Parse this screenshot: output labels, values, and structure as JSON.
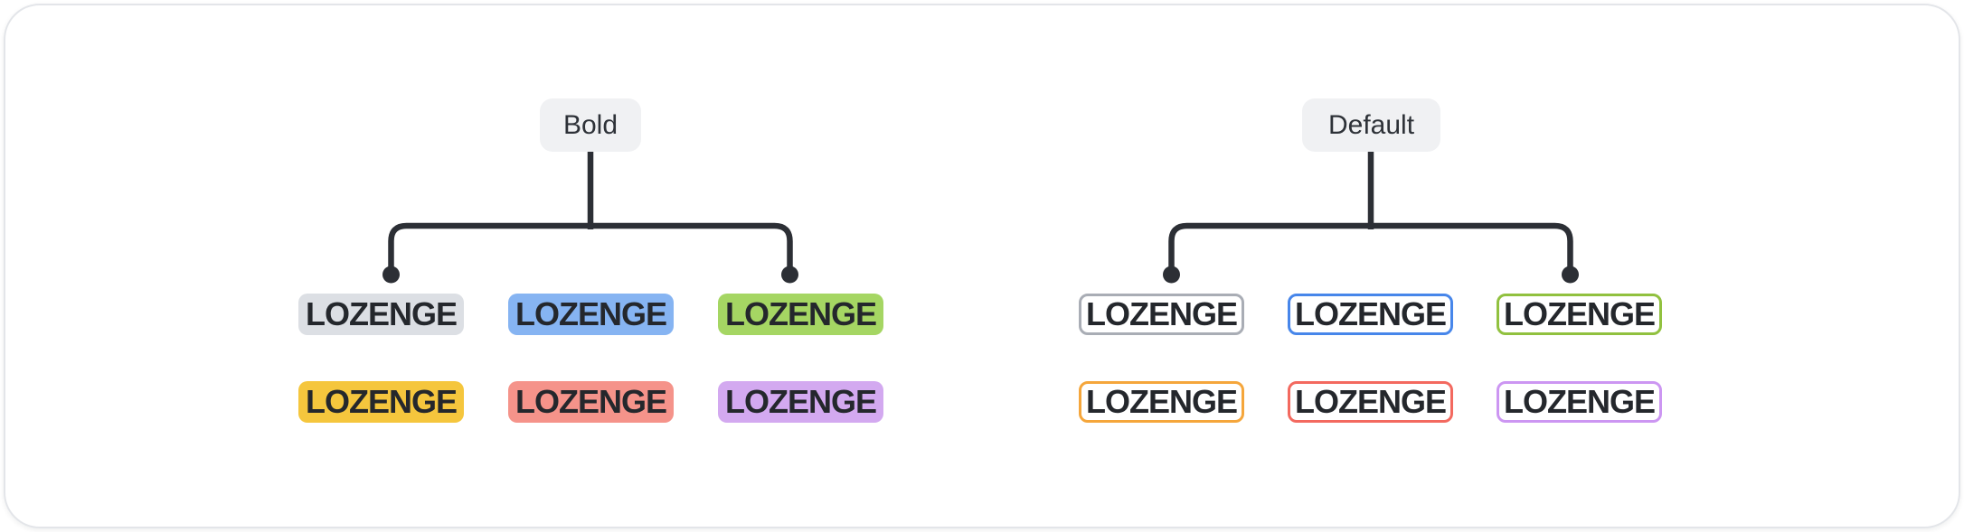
{
  "theme": {
    "canvas_bg": "#ffffff",
    "card_bg": "#ffffff",
    "card_border": "#e3e5e9",
    "connector_color": "#2c2f35",
    "label_bg": "#f0f1f3",
    "label_text": "#2e3238",
    "lozenge_text": "#24272c"
  },
  "groups": [
    {
      "label": "Bold",
      "variant": "bold",
      "rows": [
        [
          {
            "label": "LOZENGE",
            "color_name": "gray",
            "bg": "#dcdfe4"
          },
          {
            "label": "LOZENGE",
            "color_name": "blue",
            "bg": "#86b4f2"
          },
          {
            "label": "LOZENGE",
            "color_name": "green",
            "bg": "#a5d663"
          }
        ],
        [
          {
            "label": "LOZENGE",
            "color_name": "yellow",
            "bg": "#f5c63d"
          },
          {
            "label": "LOZENGE",
            "color_name": "red",
            "bg": "#f5938a"
          },
          {
            "label": "LOZENGE",
            "color_name": "purple",
            "bg": "#d3a9f0"
          }
        ]
      ]
    },
    {
      "label": "Default",
      "variant": "outline",
      "rows": [
        [
          {
            "label": "LOZENGE",
            "color_name": "gray",
            "border": "#a9adb5"
          },
          {
            "label": "LOZENGE",
            "color_name": "blue",
            "border": "#4786ea"
          },
          {
            "label": "LOZENGE",
            "color_name": "green",
            "border": "#91c13f"
          }
        ],
        [
          {
            "label": "LOZENGE",
            "color_name": "orange",
            "border": "#f5a63b"
          },
          {
            "label": "LOZENGE",
            "color_name": "red",
            "border": "#f3695f"
          },
          {
            "label": "LOZENGE",
            "color_name": "purple",
            "border": "#cc96f2"
          }
        ]
      ]
    }
  ]
}
